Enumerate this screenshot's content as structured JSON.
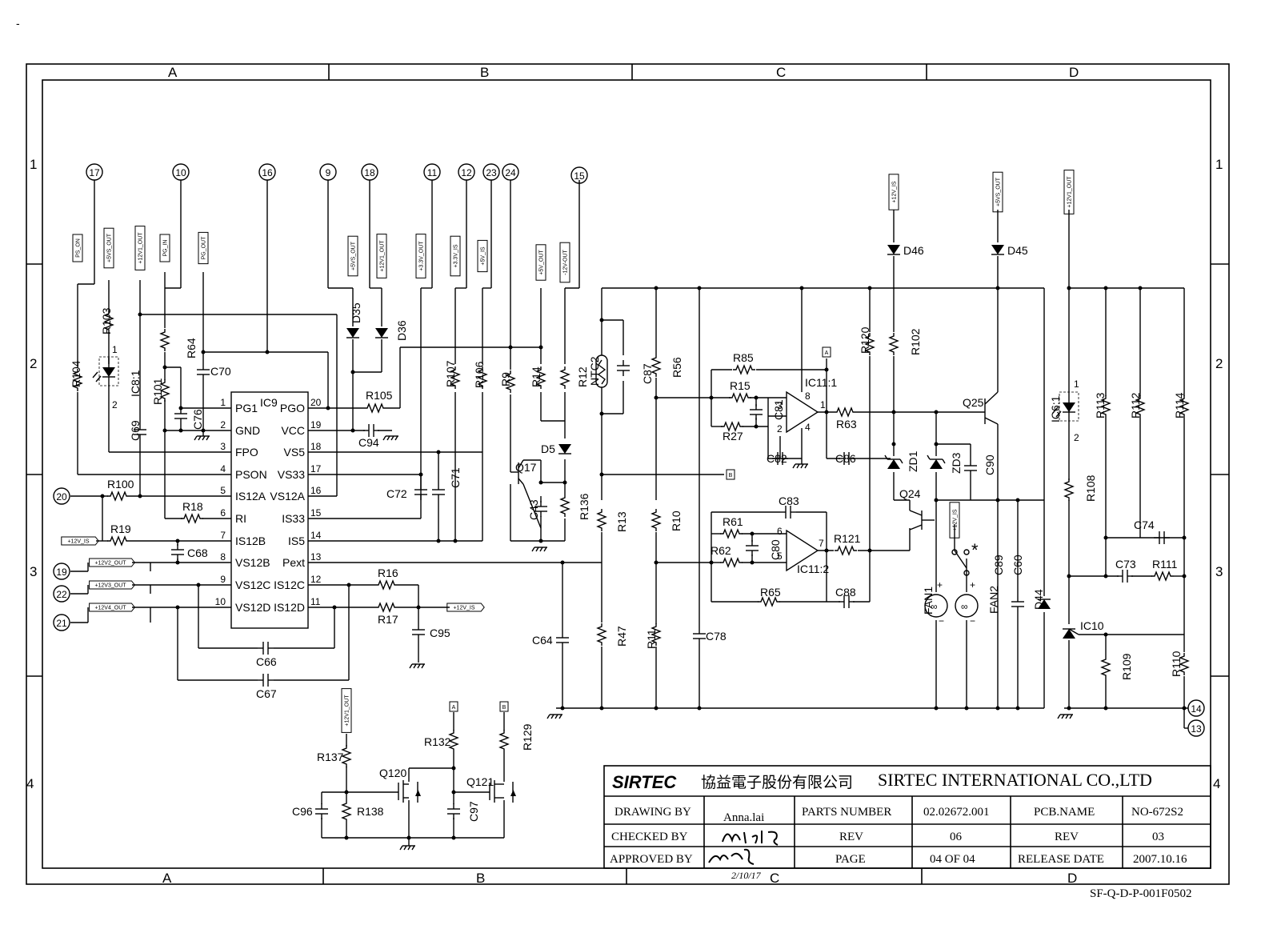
{
  "top_mark": "-",
  "sheet": {
    "columns": [
      "A",
      "B",
      "C",
      "D"
    ],
    "rows": [
      "1",
      "2",
      "3",
      "4"
    ],
    "form_code": "SF-Q-D-P-001F0502"
  },
  "connectors_circled": [
    "17",
    "10",
    "16",
    "9",
    "18",
    "11",
    "12",
    "23",
    "24",
    "15",
    "20",
    "19",
    "22",
    "21",
    "14",
    "13"
  ],
  "net_flags": {
    "ps_on": "PS_ON",
    "p5vs_out": "+5VS_OUT",
    "p12v1_out": "+12V1_OUT",
    "pg_in": "PG_IN",
    "pg_out": "PG_OUT",
    "p5vs_out2": "+5VS_OUT",
    "p12v1_out2": "+12V1_OUT",
    "p3v3_out": "+3.3V_OUT",
    "p3v3_is": "+3.3V_IS",
    "p5v_is": "+5V_IS",
    "p5v_out": "+5V_OUT",
    "m12v_out": "-12V-OUT",
    "p12v_is_left": "+12V_IS",
    "p12v2_out": "+12V2_OUT",
    "p12v3_out": "+12V3_OUT",
    "p12v4_out": "+12V4_OUT",
    "p12v_is_right": "+12V_IS",
    "p12v_is_top": "+12V_IS",
    "p5vs_out_top": "+5VS_OUT",
    "p12v1_out_top": "+12V1_OUT",
    "p12v_is_fan": "+12V_IS",
    "p12v1_out_bottom": "+12V1_OUT",
    "flag_a": "A",
    "flag_b": "B"
  },
  "ic9": {
    "name": "IC9",
    "left_pins": [
      {
        "num": "1",
        "name": "PG1"
      },
      {
        "num": "2",
        "name": "GND"
      },
      {
        "num": "3",
        "name": "FPO"
      },
      {
        "num": "4",
        "name": "PSON"
      },
      {
        "num": "5",
        "name": "IS12A"
      },
      {
        "num": "6",
        "name": "RI"
      },
      {
        "num": "7",
        "name": "IS12B"
      },
      {
        "num": "8",
        "name": "VS12B"
      },
      {
        "num": "9",
        "name": "VS12C"
      },
      {
        "num": "10",
        "name": "VS12D"
      }
    ],
    "right_pins": [
      {
        "num": "20",
        "name": "PGO"
      },
      {
        "num": "19",
        "name": "VCC"
      },
      {
        "num": "18",
        "name": "VS5"
      },
      {
        "num": "17",
        "name": "VS33"
      },
      {
        "num": "16",
        "name": "VS12A"
      },
      {
        "num": "15",
        "name": "IS33"
      },
      {
        "num": "14",
        "name": "IS5"
      },
      {
        "num": "13",
        "name": "Pext"
      },
      {
        "num": "12",
        "name": "IS12C"
      },
      {
        "num": "11",
        "name": "IS12D"
      }
    ]
  },
  "refs": {
    "r104": "R104",
    "r103": "R103",
    "ic8": "IC8:1",
    "ic8_p1": "1",
    "ic8_p2": "2",
    "r101": "R101",
    "r64": "R64",
    "c69": "C69",
    "c76": "C76",
    "c70": "C70",
    "r100": "R100",
    "r18": "R18",
    "r19": "R19",
    "c68": "C68",
    "c66": "C66",
    "c67": "C67",
    "d35": "D35",
    "d36": "D36",
    "r105": "R105",
    "c94": "C94",
    "c72": "C72",
    "c71": "C71",
    "r16": "R16",
    "r17": "R17",
    "c95": "C95",
    "r107": "R107",
    "r106": "R106",
    "r9": "R9",
    "r14": "R14",
    "r12": "R12",
    "d5": "D5",
    "q17": "Q17",
    "c43": "C43",
    "r136": "R136",
    "ntc2": "NTC2",
    "c87": "C87",
    "r56": "R56",
    "r13": "R13",
    "r10": "R10",
    "c64": "C64",
    "r47": "R47",
    "r11": "R11",
    "c78": "C78",
    "r85": "R85",
    "r15": "R15",
    "r27": "R27",
    "c81": "C81",
    "c82": "C82",
    "ic11a": "IC11:1",
    "r63": "R63",
    "c86": "C86",
    "c83": "C83",
    "r61": "R61",
    "r62": "R62",
    "c80": "C80",
    "ic11b": "IC11:2",
    "r121": "R121",
    "r65": "R65",
    "c88": "C88",
    "pin3": "3",
    "pin2": "2",
    "pin8": "8",
    "pin1": "1",
    "pin4": "4",
    "pin6": "6",
    "pin5": "5",
    "pin7": "7",
    "r120": "R120",
    "r102": "R102",
    "d46": "D46",
    "d45": "D45",
    "q25": "Q25",
    "zd1": "ZD1",
    "zd3": "ZD3",
    "c90": "C90",
    "q24": "Q24",
    "fan1": "FAN1",
    "fan2": "FAN2",
    "c89": "C89",
    "c60": "C60",
    "d44": "D44",
    "star": "*",
    "ic6": "IC6:1",
    "ic6_p1": "1",
    "ic6_p2": "2",
    "r113": "R113",
    "r112": "R112",
    "r114": "R114",
    "r108": "R108",
    "c74": "C74",
    "c73": "C73",
    "r111": "R111",
    "ic10": "IC10",
    "r109": "R109",
    "r110": "R110",
    "r137": "R137",
    "r138": "R138",
    "c96": "C96",
    "q120": "Q120",
    "r132": "R132",
    "c97": "C97",
    "q121": "Q121",
    "r129": "R129"
  },
  "title_block": {
    "logo": "SIRTEC",
    "company_cn": "協益電子股份有限公司",
    "company_en": "SIRTEC  INTERNATIONAL  CO.,LTD",
    "drawing_by_label": "DRAWING BY",
    "drawing_by_value": "Anna.lai",
    "checked_by_label": "CHECKED BY",
    "approved_by_label": "APPROVED BY",
    "parts_number_label": "PARTS NUMBER",
    "parts_number_value": "02.02672.001",
    "rev_label": "REV",
    "rev_value": "06",
    "page_label": "PAGE",
    "page_value": "04 OF  04",
    "pcb_name_label": "PCB.NAME",
    "pcb_name_value": "NO-672S2",
    "rev2_label": "REV",
    "rev2_value": "03",
    "release_date_label": "RELEASE DATE",
    "release_date_value": "2007.10.16",
    "approved_date": "2/10/17"
  }
}
